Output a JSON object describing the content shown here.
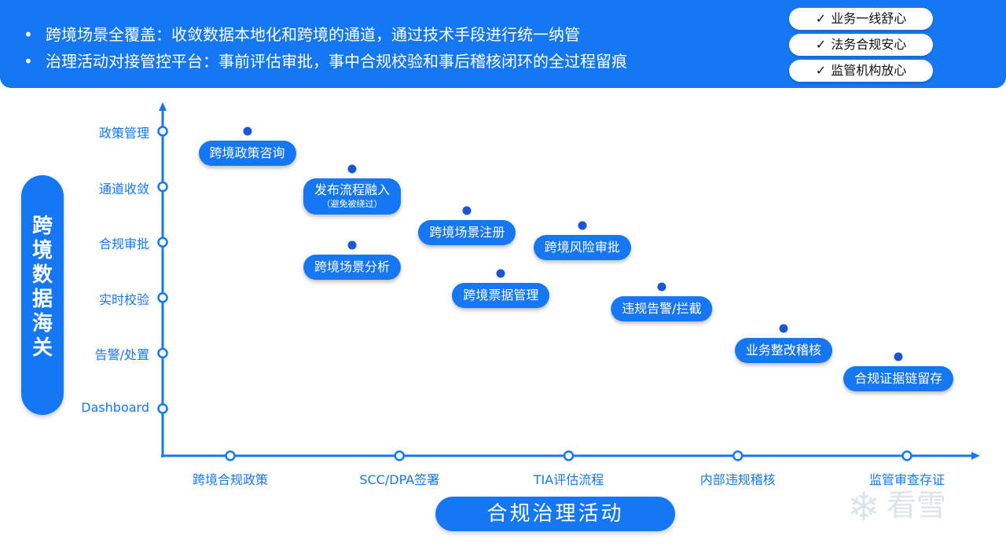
{
  "banner": {
    "bullet_symbol": "•",
    "bullets": [
      "跨境场景全覆盖：收敛数据本地化和跨境的通道，通过技术手段进行统一纳管",
      "治理活动对接管控平台：事前评估审批，事中合规校验和事后稽核闭环的全过程留痕"
    ],
    "check_symbol": "✓",
    "checks": [
      "业务一线舒心",
      "法务合规安心",
      "监管机构放心"
    ]
  },
  "chart_data": {
    "type": "scatter",
    "ylabel": "跨境数据海关",
    "xlabel": "合规治理活动",
    "y_categories": [
      "Dashboard",
      "告警/处置",
      "实时校验",
      "合规审批",
      "通道收敛",
      "政策管理"
    ],
    "x_categories": [
      "跨境合规政策",
      "SCC/DPA签署",
      "TIA评估流程",
      "内部违规稽核",
      "监管审查存证"
    ],
    "points": [
      {
        "label": "跨境政策咨询",
        "x": 0.1,
        "y": 5.0
      },
      {
        "label": "发布流程融入",
        "sublabel": "（避免被绕过）",
        "x": 0.72,
        "y": 4.32
      },
      {
        "label": "跨境场景注册",
        "x": 1.4,
        "y": 3.57
      },
      {
        "label": "跨境场景分析",
        "x": 0.72,
        "y": 2.95
      },
      {
        "label": "跨境票据管理",
        "x": 1.6,
        "y": 2.43
      },
      {
        "label": "跨境风险审批",
        "x": 2.08,
        "y": 3.3
      },
      {
        "label": "违规告警/拦截",
        "x": 2.55,
        "y": 2.2
      },
      {
        "label": "业务整改稽核",
        "x": 3.27,
        "y": 1.45
      },
      {
        "label": "合规证据链留存",
        "x": 3.95,
        "y": 0.94
      }
    ]
  },
  "watermark": {
    "icon": "snowflake-icon",
    "text": "看雪"
  },
  "colors": {
    "accent": "#1677f2",
    "dot": "#1a56d6"
  }
}
